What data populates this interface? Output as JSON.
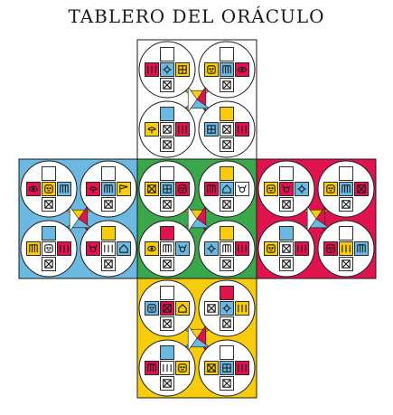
{
  "title": "TABLERO DEL ORÁCULO",
  "colors": {
    "white": "#ffffff",
    "blue": "#6bb8e0",
    "green": "#3aa84a",
    "red": "#e0134f",
    "yellow": "#f8cc0a",
    "outline": "#1a1a1a"
  },
  "quadrants": [
    {
      "id": "top",
      "name": "white-quadrant",
      "color": "white",
      "circles": [
        {
          "cells": [
            "white",
            "red",
            "blue",
            "yellow"
          ],
          "glyphs": [
            "blank",
            "bars",
            "sun",
            "nets"
          ]
        },
        {
          "cells": [
            "white",
            "yellow",
            "blue",
            "red"
          ],
          "glyphs": [
            "blank",
            "face",
            "comb",
            "eye"
          ]
        },
        {
          "cells": [
            "blue",
            "yellow",
            "white",
            "red"
          ],
          "glyphs": [
            "blank",
            "bird",
            "cross",
            "bars"
          ]
        },
        {
          "cells": [
            "yellow",
            "blue",
            "white",
            "red"
          ],
          "glyphs": [
            "blank",
            "nets",
            "cross",
            "bars"
          ]
        }
      ]
    },
    {
      "id": "left",
      "name": "blue-quadrant",
      "color": "blue",
      "circles": [
        {
          "cells": [
            "white",
            "red",
            "yellow",
            "blue"
          ],
          "glyphs": [
            "blank",
            "eye",
            "face",
            "comb"
          ]
        },
        {
          "cells": [
            "white",
            "red",
            "blue",
            "yellow"
          ],
          "glyphs": [
            "blank",
            "bird",
            "comb",
            "flag"
          ]
        },
        {
          "cells": [
            "blue",
            "yellow",
            "white",
            "red"
          ],
          "glyphs": [
            "blank",
            "comb",
            "face",
            "bars"
          ]
        },
        {
          "cells": [
            "yellow",
            "red",
            "white",
            "blue"
          ],
          "glyphs": [
            "blank",
            "ox",
            "bars",
            "hand"
          ]
        }
      ]
    },
    {
      "id": "center",
      "name": "green-quadrant",
      "color": "green",
      "circles": [
        {
          "cells": [
            "white",
            "yellow",
            "blue",
            "red"
          ],
          "glyphs": [
            "blank",
            "cross",
            "nets",
            "face"
          ]
        },
        {
          "cells": [
            "yellow",
            "red",
            "blue",
            "white"
          ],
          "glyphs": [
            "blank",
            "comb",
            "hand",
            "ox"
          ]
        },
        {
          "cells": [
            "red",
            "yellow",
            "white",
            "blue"
          ],
          "glyphs": [
            "blank",
            "eye",
            "comb",
            "ox"
          ]
        },
        {
          "cells": [
            "yellow",
            "blue",
            "white",
            "red"
          ],
          "glyphs": [
            "blank",
            "sun",
            "comb",
            "bars"
          ]
        }
      ]
    },
    {
      "id": "right",
      "name": "red-quadrant",
      "color": "red",
      "circles": [
        {
          "cells": [
            "white",
            "yellow",
            "red",
            "blue"
          ],
          "glyphs": [
            "blank",
            "face",
            "ox",
            "sun"
          ]
        },
        {
          "cells": [
            "white",
            "yellow",
            "blue",
            "red"
          ],
          "glyphs": [
            "blank",
            "face",
            "comb",
            "cross"
          ]
        },
        {
          "cells": [
            "blue",
            "yellow",
            "white",
            "red"
          ],
          "glyphs": [
            "blank",
            "face",
            "cross",
            "bars"
          ]
        },
        {
          "cells": [
            "white",
            "red",
            "yellow",
            "blue"
          ],
          "glyphs": [
            "blank",
            "face",
            "bars",
            "comb"
          ]
        }
      ]
    },
    {
      "id": "bottom",
      "name": "yellow-quadrant",
      "color": "yellow",
      "circles": [
        {
          "cells": [
            "white",
            "blue",
            "red",
            "yellow"
          ],
          "glyphs": [
            "blank",
            "face",
            "cross",
            "hand"
          ]
        },
        {
          "cells": [
            "red",
            "white",
            "blue",
            "yellow"
          ],
          "glyphs": [
            "blank",
            "cross",
            "sun",
            "bars"
          ]
        },
        {
          "cells": [
            "blue",
            "red",
            "white",
            "yellow"
          ],
          "glyphs": [
            "blank",
            "comb",
            "bars",
            "face"
          ]
        },
        {
          "cells": [
            "white",
            "yellow",
            "blue",
            "red"
          ],
          "glyphs": [
            "blank",
            "cross",
            "nets",
            "bars"
          ]
        }
      ]
    }
  ]
}
